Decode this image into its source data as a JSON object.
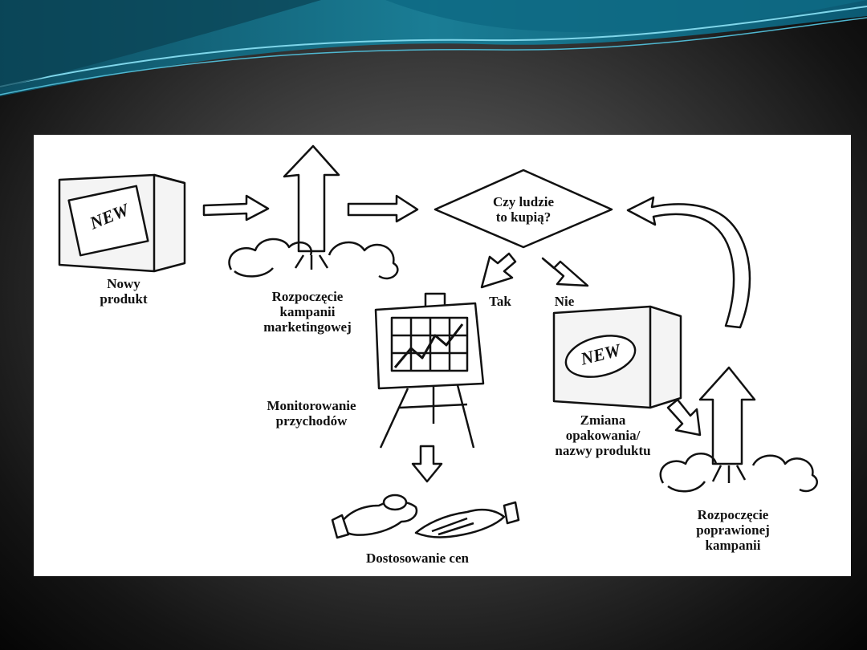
{
  "diagram": {
    "decision": "Czy ludzie\nto kupią?",
    "new_badge": "NEW",
    "labels": {
      "new_product": "Nowy\nprodukt",
      "start_campaign": "Rozpoczęcie\nkampanii\nmarketingowej",
      "monitor_revenue": "Monitorowanie\nprzychodów",
      "yes": "Tak",
      "no": "Nie",
      "change_packaging": "Zmiana\nopakowania/\nnazwy produktu",
      "adjust_prices": "Dostosowanie cen",
      "start_improved_campaign": "Rozpoczęcie\npoprawionej\nkampanii"
    }
  }
}
